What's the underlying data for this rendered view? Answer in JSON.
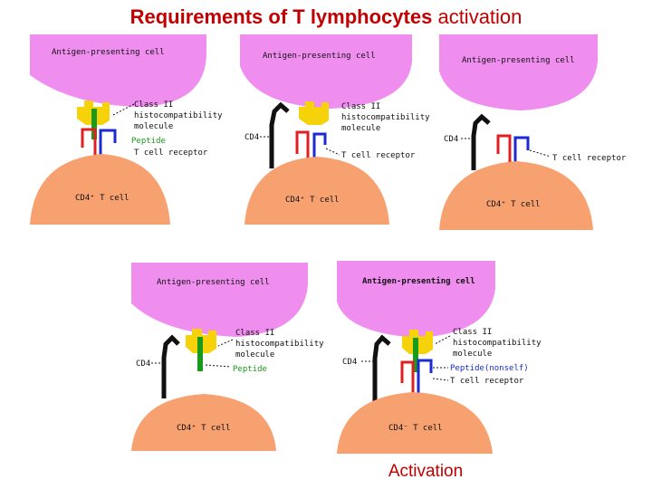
{
  "title_main": "Requirements of T lymphocytes",
  "title_end": "activation",
  "labels": {
    "apc": "Antigen-presenting cell",
    "apc_bold": "Antigen-presenting cell",
    "mhc_line1": "Class II",
    "mhc_line2": "histocompatibility",
    "mhc_line3": "molecule",
    "peptide": "Peptide",
    "peptide_nonself": "Peptide(nonself)",
    "tcr": "T cell receptor",
    "cd4": "CD4",
    "tcell": "CD4⁺ T cell",
    "tcell_e": "CD4⁻ T cell"
  },
  "footer": "Activation",
  "colors": {
    "apc": "#f08ef0",
    "tcell": "#f7a070",
    "mhc": "#f5d20a",
    "peptide": "#1a9a1a",
    "tcr_red": "#e02020",
    "tcr_blue": "#1c2ad0",
    "cd4": "#111111",
    "title": "#c00000"
  }
}
